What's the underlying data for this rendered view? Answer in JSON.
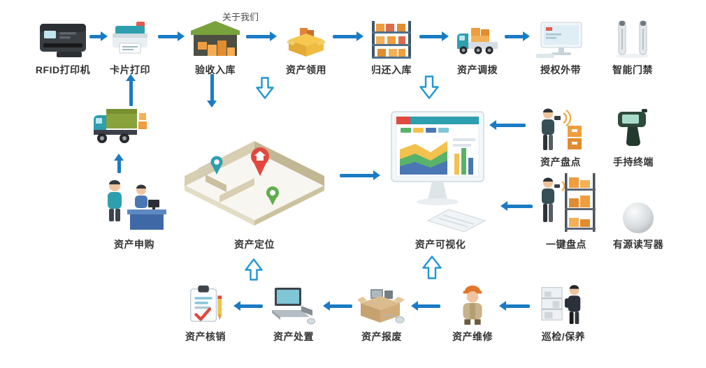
{
  "page": {
    "top_link": "关于我们"
  },
  "colors": {
    "arrow": "#1a7bc4",
    "carton_orange": "#ef9d3f",
    "pin_red": "#e2483d",
    "pin_teal": "#2d9fae",
    "pin_green": "#5fae4e"
  },
  "nodes": {
    "rfid_printer": {
      "label": "RFID打印机"
    },
    "card_printing": {
      "label": "卡片打印"
    },
    "receiving_inbound": {
      "label": "验收入库"
    },
    "asset_requisition": {
      "label": "资产领用"
    },
    "return_inbound": {
      "label": "归还入库"
    },
    "asset_transfer": {
      "label": "资产调拨"
    },
    "authorized_takeout": {
      "label": "授权外带"
    },
    "smart_access": {
      "label": "智能门禁"
    },
    "asset_purchase": {
      "label": "资产申购"
    },
    "asset_positioning": {
      "label": "资产定位"
    },
    "asset_visualization": {
      "label": "资产可视化"
    },
    "asset_inventory": {
      "label": "资产盘点"
    },
    "handheld_terminal": {
      "label": "手持终端"
    },
    "one_key_inventory": {
      "label": "一键盘点"
    },
    "active_reader": {
      "label": "有源读写器"
    },
    "inspection_maintenance": {
      "label": "巡检/保养"
    },
    "asset_repair": {
      "label": "资产维修"
    },
    "asset_scrap": {
      "label": "资产报废"
    },
    "asset_disposal": {
      "label": "资产处置"
    },
    "asset_writeoff": {
      "label": "资产核销"
    }
  }
}
